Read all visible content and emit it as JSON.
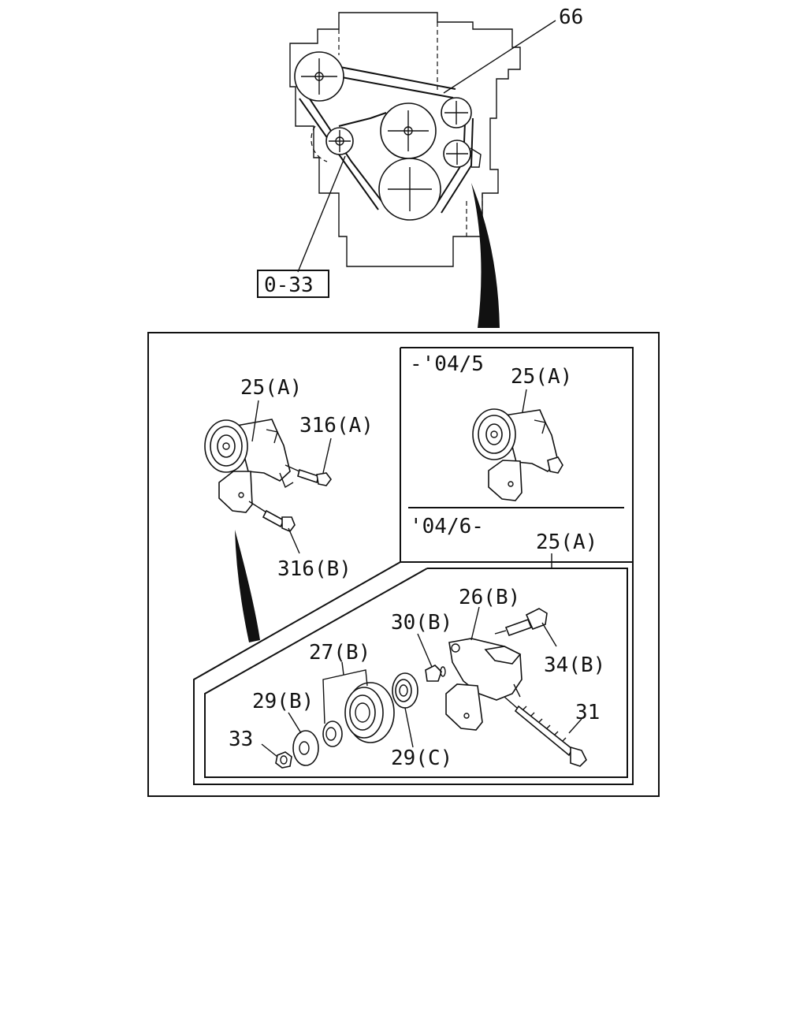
{
  "engine_labels": {
    "belt": "66",
    "ref_box": "0-33"
  },
  "left_assembly": {
    "tensioner": "25(A)",
    "bolt_a": "316(A)",
    "bolt_b": "316(B)"
  },
  "upper_variant": {
    "period": "-'04/5",
    "tensioner": "25(A)"
  },
  "lower_variant": {
    "period": "'04/6-",
    "tensioner": "25(A)",
    "parts": {
      "bracket": "26(B)",
      "collar": "30(B)",
      "bolt": "34(B)",
      "pulley": "27(B)",
      "bearing_inner": "29(B)",
      "bearing_outer": "29(C)",
      "nut": "33",
      "long_bolt": "31"
    }
  }
}
